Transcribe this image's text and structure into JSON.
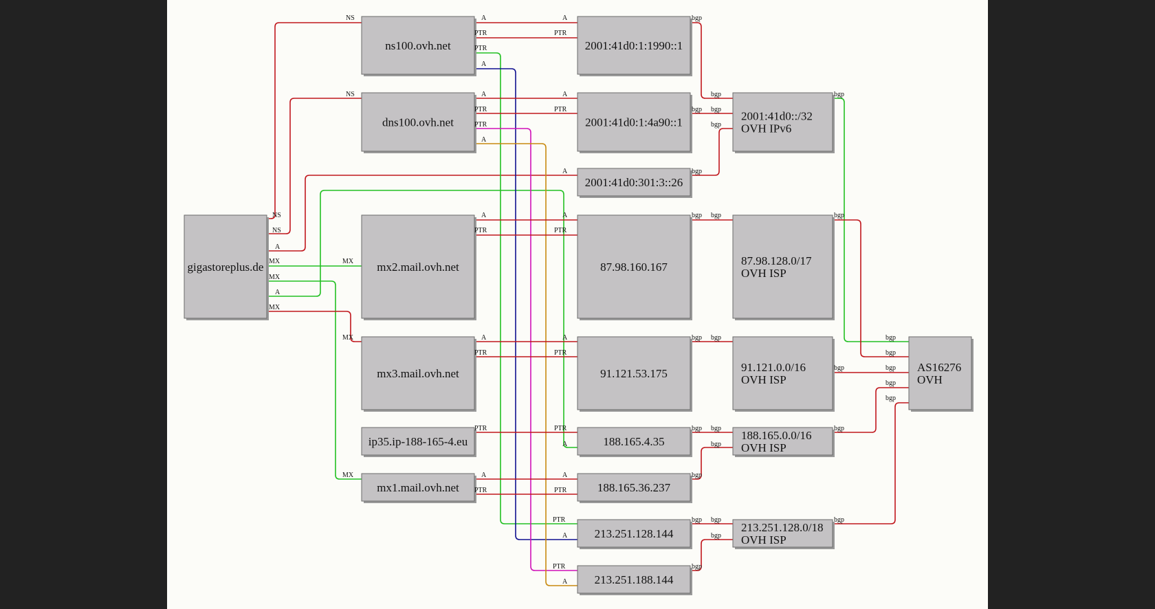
{
  "colors": {
    "red": "#c0161c",
    "green": "#22c022",
    "navy": "#101090",
    "magenta": "#d010b8",
    "orange": "#c88a10",
    "box_fill": "#c4c2c4",
    "box_border": "#6a6a6a",
    "background": "#fcfcf8",
    "frame": "#222222"
  },
  "nodes": [
    {
      "id": "gigastoreplus",
      "lines": [
        "gigastoreplus.de"
      ]
    },
    {
      "id": "ns100",
      "lines": [
        "ns100.ovh.net"
      ]
    },
    {
      "id": "dns100",
      "lines": [
        "dns100.ovh.net"
      ]
    },
    {
      "id": "mx2",
      "lines": [
        "mx2.mail.ovh.net"
      ]
    },
    {
      "id": "mx3",
      "lines": [
        "mx3.mail.ovh.net"
      ]
    },
    {
      "id": "ip35",
      "lines": [
        "ip35.ip-188-165-4.eu"
      ]
    },
    {
      "id": "mx1",
      "lines": [
        "mx1.mail.ovh.net"
      ]
    },
    {
      "id": "ip6a",
      "lines": [
        "2001:41d0:1:1990::1"
      ]
    },
    {
      "id": "ip6b",
      "lines": [
        "2001:41d0:1:4a90::1"
      ]
    },
    {
      "id": "ip6c",
      "lines": [
        "2001:41d0:301:3::26"
      ]
    },
    {
      "id": "ip87",
      "lines": [
        "87.98.160.167"
      ]
    },
    {
      "id": "ip91",
      "lines": [
        "91.121.53.175"
      ]
    },
    {
      "id": "ip188a",
      "lines": [
        "188.165.4.35"
      ]
    },
    {
      "id": "ip188b",
      "lines": [
        "188.165.36.237"
      ]
    },
    {
      "id": "ip213a",
      "lines": [
        "213.251.128.144"
      ]
    },
    {
      "id": "ip213b",
      "lines": [
        "213.251.188.144"
      ]
    },
    {
      "id": "net6",
      "lines": [
        "2001:41d0::/32",
        "OVH IPv6"
      ]
    },
    {
      "id": "net87",
      "lines": [
        "87.98.128.0/17",
        "OVH ISP"
      ]
    },
    {
      "id": "net91",
      "lines": [
        "91.121.0.0/16",
        "OVH ISP"
      ]
    },
    {
      "id": "net188",
      "lines": [
        "188.165.0.0/16",
        "OVH ISP"
      ]
    },
    {
      "id": "net213",
      "lines": [
        "213.251.128.0/18",
        "OVH ISP"
      ]
    },
    {
      "id": "as",
      "lines": [
        "AS16276",
        "OVH"
      ]
    }
  ],
  "edges": [
    {
      "from": "gigastoreplus",
      "to": "ns100",
      "color": "red",
      "labels": [
        "NS",
        "NS"
      ]
    },
    {
      "from": "gigastoreplus",
      "to": "dns100",
      "color": "red",
      "labels": [
        "NS",
        "NS"
      ]
    },
    {
      "from": "gigastoreplus",
      "to": "ip6c",
      "color": "red",
      "labels": [
        "A",
        "A"
      ]
    },
    {
      "from": "gigastoreplus",
      "to": "mx2",
      "color": "green",
      "labels": [
        "MX",
        "MX"
      ]
    },
    {
      "from": "gigastoreplus",
      "to": "mx1",
      "color": "green",
      "labels": [
        "MX",
        "MX"
      ]
    },
    {
      "from": "gigastoreplus",
      "to": "ip188a",
      "color": "green",
      "labels": [
        "A",
        "A"
      ]
    },
    {
      "from": "gigastoreplus",
      "to": "mx3",
      "color": "red",
      "labels": [
        "MX",
        "MX"
      ]
    },
    {
      "from": "ns100",
      "to": "ip6a",
      "color": "red",
      "labels": [
        "A",
        "A"
      ]
    },
    {
      "from": "ns100",
      "to": "ip6a",
      "color": "red",
      "labels": [
        "PTR",
        "PTR"
      ]
    },
    {
      "from": "ns100",
      "to": "ip213a",
      "color": "green",
      "labels": [
        "PTR",
        "PTR"
      ]
    },
    {
      "from": "ns100",
      "to": "ip213a",
      "color": "navy",
      "labels": [
        "A",
        "A"
      ]
    },
    {
      "from": "dns100",
      "to": "ip6b",
      "color": "red",
      "labels": [
        "A",
        "A"
      ]
    },
    {
      "from": "dns100",
      "to": "ip6b",
      "color": "red",
      "labels": [
        "PTR",
        "PTR"
      ]
    },
    {
      "from": "dns100",
      "to": "ip213b",
      "color": "magenta",
      "labels": [
        "PTR",
        "PTR"
      ]
    },
    {
      "from": "dns100",
      "to": "ip213b",
      "color": "orange",
      "labels": [
        "A",
        "A"
      ]
    },
    {
      "from": "mx2",
      "to": "ip87",
      "color": "red",
      "labels": [
        "A",
        "A"
      ]
    },
    {
      "from": "mx2",
      "to": "ip87",
      "color": "red",
      "labels": [
        "PTR",
        "PTR"
      ]
    },
    {
      "from": "mx3",
      "to": "ip91",
      "color": "red",
      "labels": [
        "A",
        "A"
      ]
    },
    {
      "from": "mx3",
      "to": "ip91",
      "color": "red",
      "labels": [
        "PTR",
        "PTR"
      ]
    },
    {
      "from": "ip35",
      "to": "ip188a",
      "color": "red",
      "labels": [
        "PTR",
        "PTR"
      ]
    },
    {
      "from": "mx1",
      "to": "ip188b",
      "color": "red",
      "labels": [
        "A",
        "A"
      ]
    },
    {
      "from": "mx1",
      "to": "ip188b",
      "color": "red",
      "labels": [
        "PTR",
        "PTR"
      ]
    },
    {
      "from": "ip6a",
      "to": "net6",
      "color": "red",
      "labels": [
        "bgp",
        "bgp"
      ]
    },
    {
      "from": "ip6b",
      "to": "net6",
      "color": "red",
      "labels": [
        "bgp",
        "bgp"
      ]
    },
    {
      "from": "ip6c",
      "to": "net6",
      "color": "red",
      "labels": [
        "bgp",
        "bgp"
      ]
    },
    {
      "from": "ip87",
      "to": "net87",
      "color": "red",
      "labels": [
        "bgp",
        "bgp"
      ]
    },
    {
      "from": "ip91",
      "to": "net91",
      "color": "red",
      "labels": [
        "bgp",
        "bgp"
      ]
    },
    {
      "from": "ip188a",
      "to": "net188",
      "color": "red",
      "labels": [
        "bgp",
        "bgp"
      ]
    },
    {
      "from": "ip188b",
      "to": "net188",
      "color": "red",
      "labels": [
        "bgp",
        "bgp"
      ]
    },
    {
      "from": "ip213a",
      "to": "net213",
      "color": "red",
      "labels": [
        "bgp",
        "bgp"
      ]
    },
    {
      "from": "ip213b",
      "to": "net213",
      "color": "red",
      "labels": [
        "bgp",
        "bgp"
      ]
    },
    {
      "from": "net6",
      "to": "as",
      "color": "green",
      "labels": [
        "bgp",
        "bgp"
      ]
    },
    {
      "from": "net87",
      "to": "as",
      "color": "red",
      "labels": [
        "bgp",
        "bgp"
      ]
    },
    {
      "from": "net91",
      "to": "as",
      "color": "red",
      "labels": [
        "bgp",
        "bgp"
      ]
    },
    {
      "from": "net188",
      "to": "as",
      "color": "red",
      "labels": [
        "bgp",
        "bgp"
      ]
    },
    {
      "from": "net213",
      "to": "as",
      "color": "red",
      "labels": [
        "bgp",
        "bgp"
      ]
    }
  ]
}
